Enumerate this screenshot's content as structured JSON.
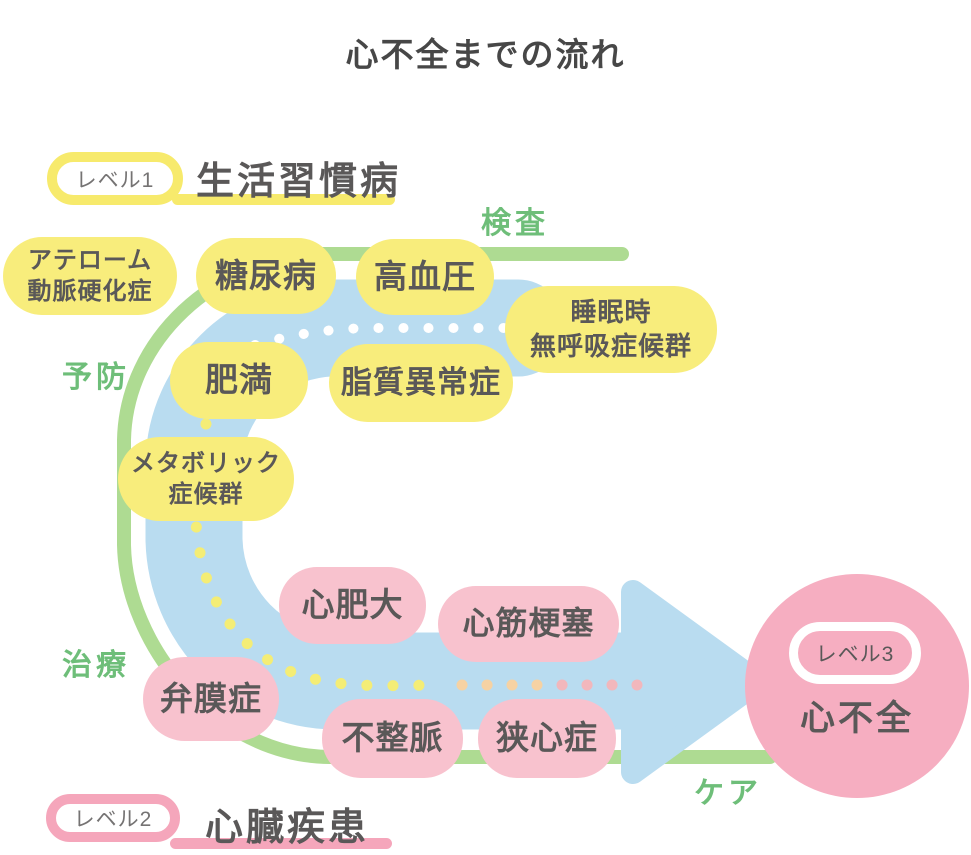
{
  "title": "心不全までの流れ",
  "level1": {
    "badge": "レベル1",
    "label": "生活習慣病"
  },
  "level2": {
    "badge": "レベル2",
    "label": "心臓疾患"
  },
  "level3": {
    "badge": "レベル3",
    "label": "心不全"
  },
  "stages": {
    "inspection": "検査",
    "prevention": "予防",
    "treatment": "治療",
    "care": "ケア"
  },
  "lifestyle_diseases": {
    "atheroma": "アテローム\n動脈硬化症",
    "diabetes": "糖尿病",
    "hypertension": "高血圧",
    "sleep_apnea": "睡眠時\n無呼吸症候群",
    "obesity": "肥満",
    "dyslipidemia": "脂質異常症",
    "metabolic": "メタボリック\n症候群"
  },
  "heart_diseases": {
    "cardiac_hypertrophy": "心肥大",
    "myocardial_infarction": "心筋梗塞",
    "valvular_disease": "弁膜症",
    "arrhythmia": "不整脈",
    "angina": "狭心症"
  },
  "colors": {
    "text-dark": "#474747",
    "text-gray": "#5a5858",
    "green-text": "#6ebe79",
    "green-arc": "#aedb92",
    "band-blue": "#b9dcf0",
    "yellow": "#f8ed7c",
    "yellow-line": "#f7ea6c",
    "pink-bubble": "#f8c2ce",
    "pink-circle": "#f6aec1",
    "pink-line": "#f5a6bb",
    "dot-white": "#ffffff",
    "dot-yellow": "#f4ed76",
    "dot-orange": "#f6d2a3",
    "dot-pink": "#f2b7bc"
  }
}
